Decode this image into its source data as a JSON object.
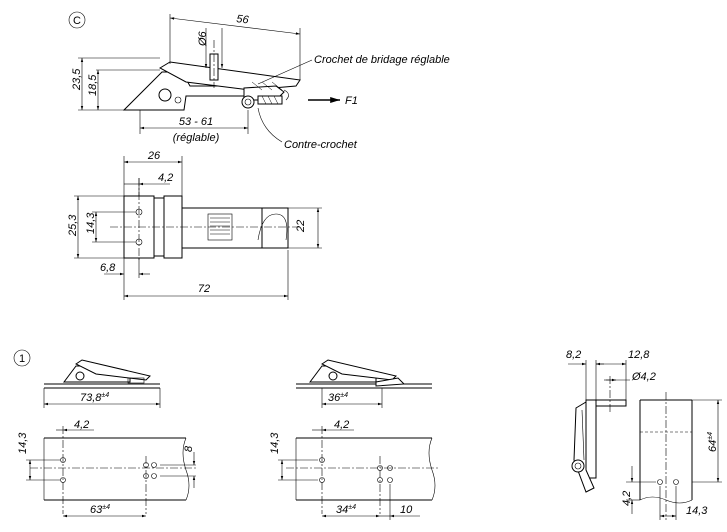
{
  "markers": {
    "c": "C",
    "one": "1"
  },
  "callouts": {
    "adjustable_hook": "Crochet de bridage réglable",
    "counter_hook": "Contre-crochet",
    "force": "F1"
  },
  "side_view": {
    "length": "56",
    "pin_dia": "Ø6",
    "height_total": "23,5",
    "height_pivot": "18,5",
    "range": "53 - 61",
    "range_note": "(réglable)"
  },
  "top_view": {
    "width_hinge": "26",
    "hole_offset": "4,2",
    "width_total": "25,3",
    "hole_spacing": "14,3",
    "width_hook": "22",
    "base_offset": "6,8",
    "length_total": "72"
  },
  "mount_a": {
    "span": "73,8",
    "span_tol": "±4",
    "hole_spacing": "14,3",
    "hole_offset": "4,2",
    "hook_spacing": "8",
    "hole_span": "63",
    "hole_span_tol": "±4"
  },
  "mount_b": {
    "span": "36",
    "span_tol": "±4",
    "hole_spacing": "14,3",
    "hole_offset": "4,2",
    "hole_span": "34",
    "hole_span_tol": "±4",
    "hook_offset": "10"
  },
  "mount_c": {
    "thickness": "8,2",
    "depth": "12,8",
    "hole_dia": "Ø4,2",
    "height": "64",
    "height_tol": "±4",
    "hole_offset": "4,2",
    "hole_spacing": "14,3"
  }
}
